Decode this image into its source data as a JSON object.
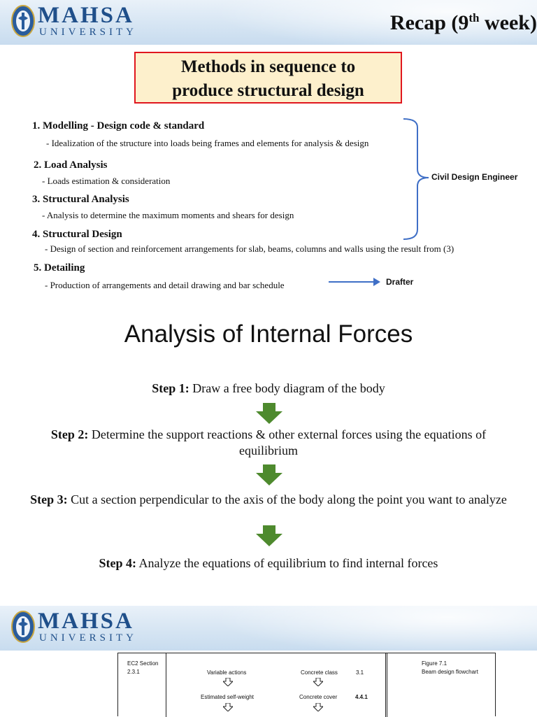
{
  "header": {
    "brand": "MAHSA",
    "brand_sub": "UNIVERSITY",
    "slide_title_prefix": "Recap (9",
    "slide_title_sup": "th",
    "slide_title_suffix": " week)"
  },
  "methods": {
    "box_line1": "Methods in sequence to",
    "box_line2": "produce structural design",
    "items": [
      {
        "title": "1. Modelling - Design code & standard",
        "desc": "- Idealization of the structure into loads being frames and elements for analysis & design"
      },
      {
        "title": "2. Load Analysis",
        "desc": "- Loads estimation & consideration"
      },
      {
        "title": "3. Structural Analysis",
        "desc": "- Analysis to determine the maximum moments and shears for design"
      },
      {
        "title": "4. Structural Design",
        "desc": "- Design of section and reinforcement arrangements for slab, beams, columns and walls using the result from (3)"
      },
      {
        "title": "5. Detailing",
        "desc": "- Production of arrangements and detail drawing and bar schedule"
      }
    ],
    "bracket_label": "Civil Design Engineer",
    "arrow_label": "Drafter",
    "colors": {
      "box_fill": "#fdf0cc",
      "box_border": "#e0161e",
      "bracket": "#3f6fc6"
    }
  },
  "analysis": {
    "title": "Analysis of Internal Forces",
    "steps": [
      {
        "label": "Step 1:",
        "text": " Draw a free body diagram of the body"
      },
      {
        "label": "Step 2:",
        "text": " Determine the support reactions & other external forces using the equations of equilibrium"
      },
      {
        "label": "Step 3:",
        "text": " Cut a section perpendicular to the axis of the body along the point you want to analyze"
      },
      {
        "label": "Step 4:",
        "text": " Analyze the equations of equilibrium to find internal forces"
      }
    ],
    "arrow_icon": "green-down-arrow-icon",
    "arrow_color": "#4e8a2e"
  },
  "header2": {
    "brand": "MAHSA",
    "brand_sub": "UNIVERSITY"
  },
  "flowchart": {
    "col_header": "EC2 Section",
    "sections": [
      "2.3.1",
      "3.1",
      "4.4.1"
    ],
    "boxes": [
      "Variable actions",
      "Concrete class",
      "Estimated self-weight",
      "Concrete cover"
    ],
    "figure_label": "Figure 7.1",
    "figure_caption": "Beam design flowchart"
  }
}
